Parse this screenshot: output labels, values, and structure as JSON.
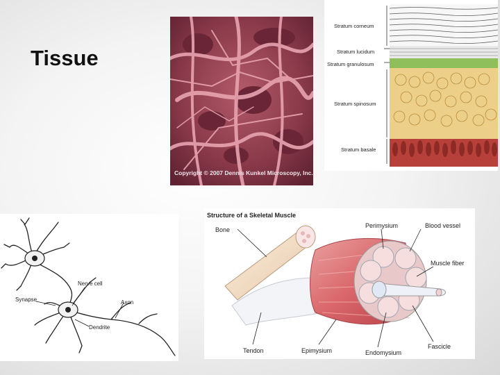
{
  "slide": {
    "title": "Tissue"
  },
  "connective_tissue": {
    "copyright": "Copyright © 2007 Dennis Kunkel Microscopy, Inc."
  },
  "epidermis": {
    "layers": [
      "Stratum corneum",
      "Stratum lucidum",
      "Stratum granulosum",
      "Stratum spinosum",
      "Stratum basale"
    ]
  },
  "neuron": {
    "labels": [
      "Nerve cell",
      "Synapse",
      "Axon",
      "Dendrite"
    ]
  },
  "skeletal_muscle": {
    "title": "Structure of a Skeletal Muscle",
    "labels": {
      "bone": "Bone",
      "perimysium": "Perimysium",
      "blood_vessel": "Blood vessel",
      "muscle_fiber": "Muscle fiber",
      "tendon": "Tendon",
      "epimysium": "Epimysium",
      "endomysium": "Endomysium",
      "fascicle": "Fascicle"
    }
  },
  "colors": {
    "connective": "#8a3a4a",
    "muscle": "#d9666a",
    "granulosum": "#8fbf5a",
    "basale": "#b8403a",
    "spinosum": "#ecd08a"
  }
}
